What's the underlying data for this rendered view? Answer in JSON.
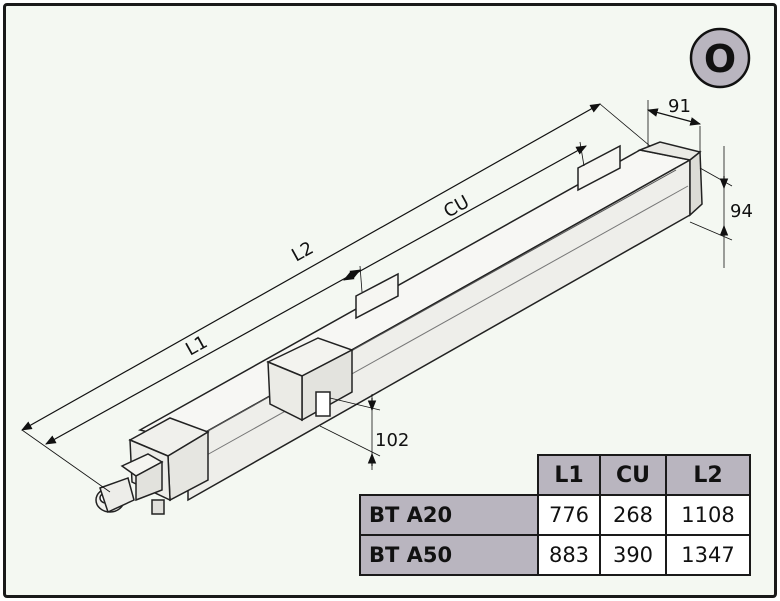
{
  "badge": {
    "label": "O"
  },
  "dimensions": {
    "l1": "L1",
    "l2": "L2",
    "cu": "CU",
    "width": "91",
    "height": "94",
    "bracket_drop": "102"
  },
  "spec_table": {
    "headers": [
      "L1",
      "CU",
      "L2"
    ],
    "rows": [
      {
        "model": "BT A20",
        "values": [
          "776",
          "268",
          "1108"
        ]
      },
      {
        "model": "BT A50",
        "values": [
          "883",
          "390",
          "1347"
        ]
      }
    ]
  },
  "colors": {
    "frame_bg": "#f4f8f2",
    "table_header_bg": "#b9b5bf",
    "line": "#1a1a1a",
    "body_fill": "#f7f7f4"
  }
}
